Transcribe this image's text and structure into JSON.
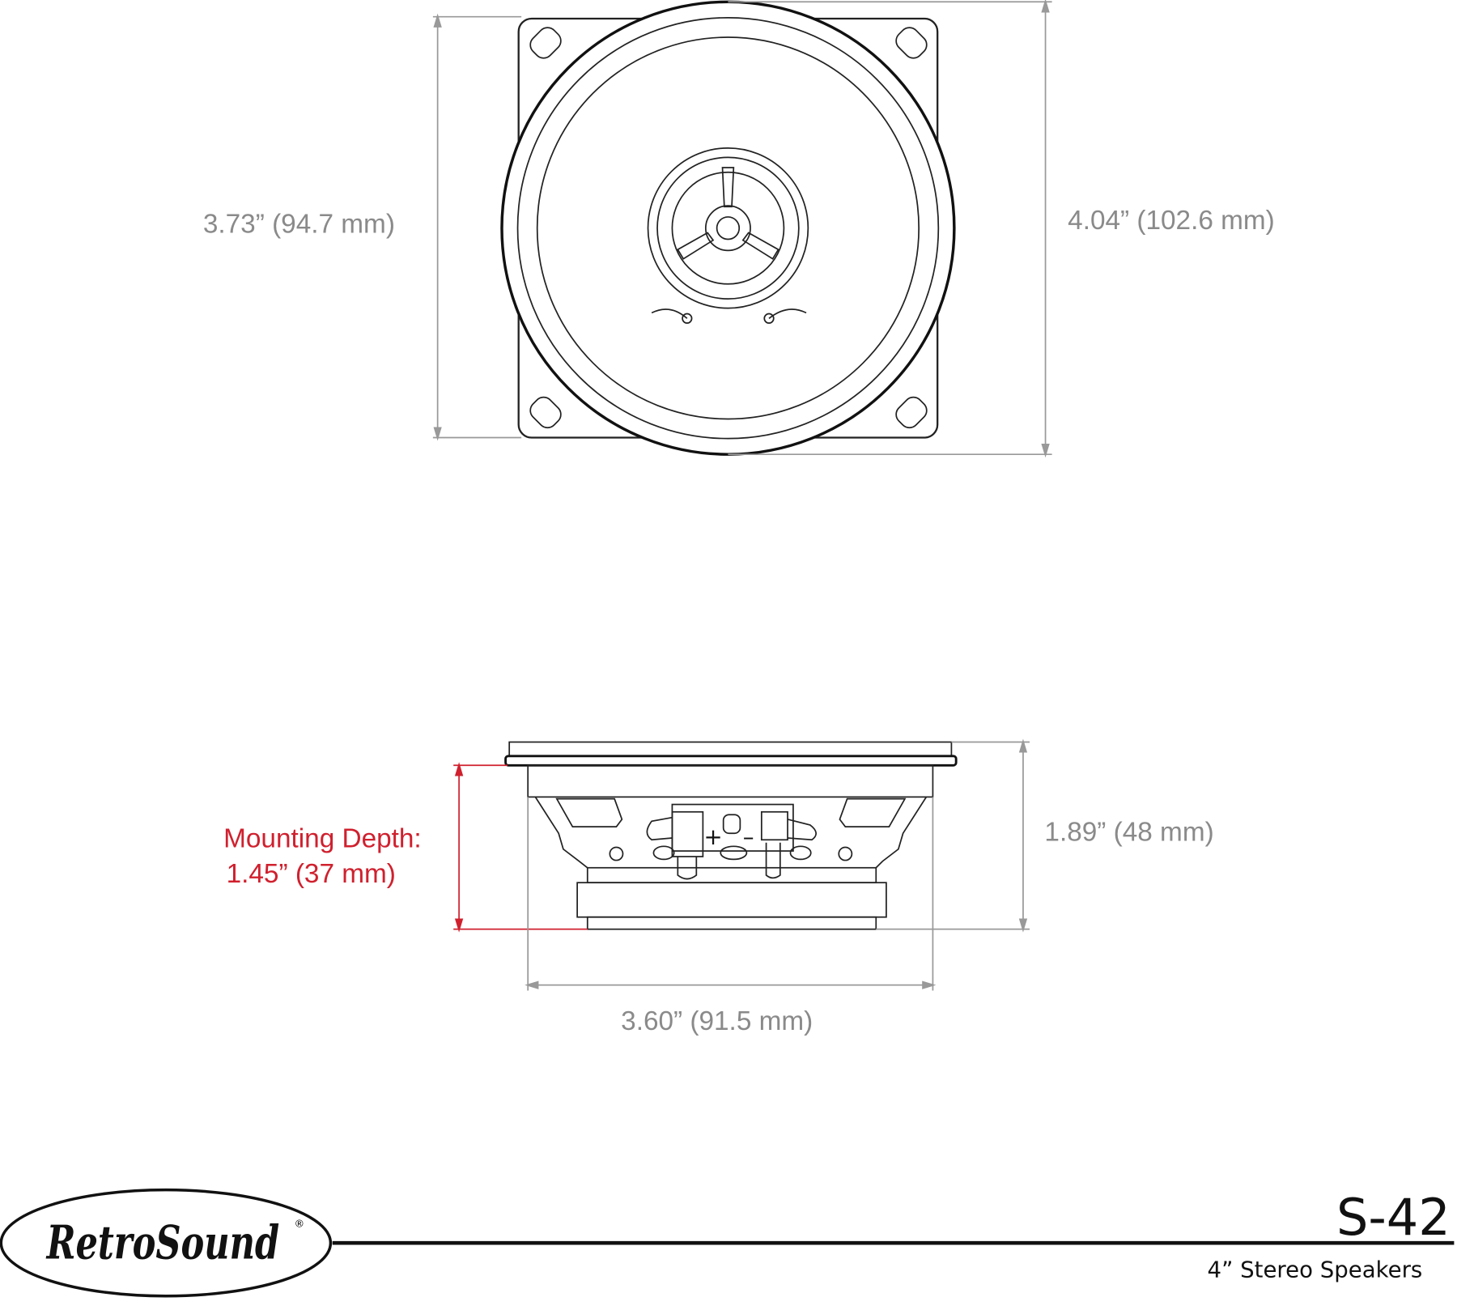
{
  "top_view": {
    "inner_dimension": "3.73” (94.7 mm)",
    "outer_dimension": "4.04” (102.6 mm)"
  },
  "side_view": {
    "mounting_depth_label": "Mounting Depth:",
    "mounting_depth_value": "1.45” (37 mm)",
    "overall_depth": "1.89” (48 mm)",
    "width": "3.60” (91.5 mm)",
    "terminal_plus": "+",
    "terminal_minus": "–"
  },
  "footer": {
    "brand": "RetroSound",
    "registered": "®",
    "model": "S-42",
    "description": "4” Stereo Speakers"
  },
  "colors": {
    "accent_red": "#d0202e",
    "dimension_gray": "#8a8a8a"
  }
}
